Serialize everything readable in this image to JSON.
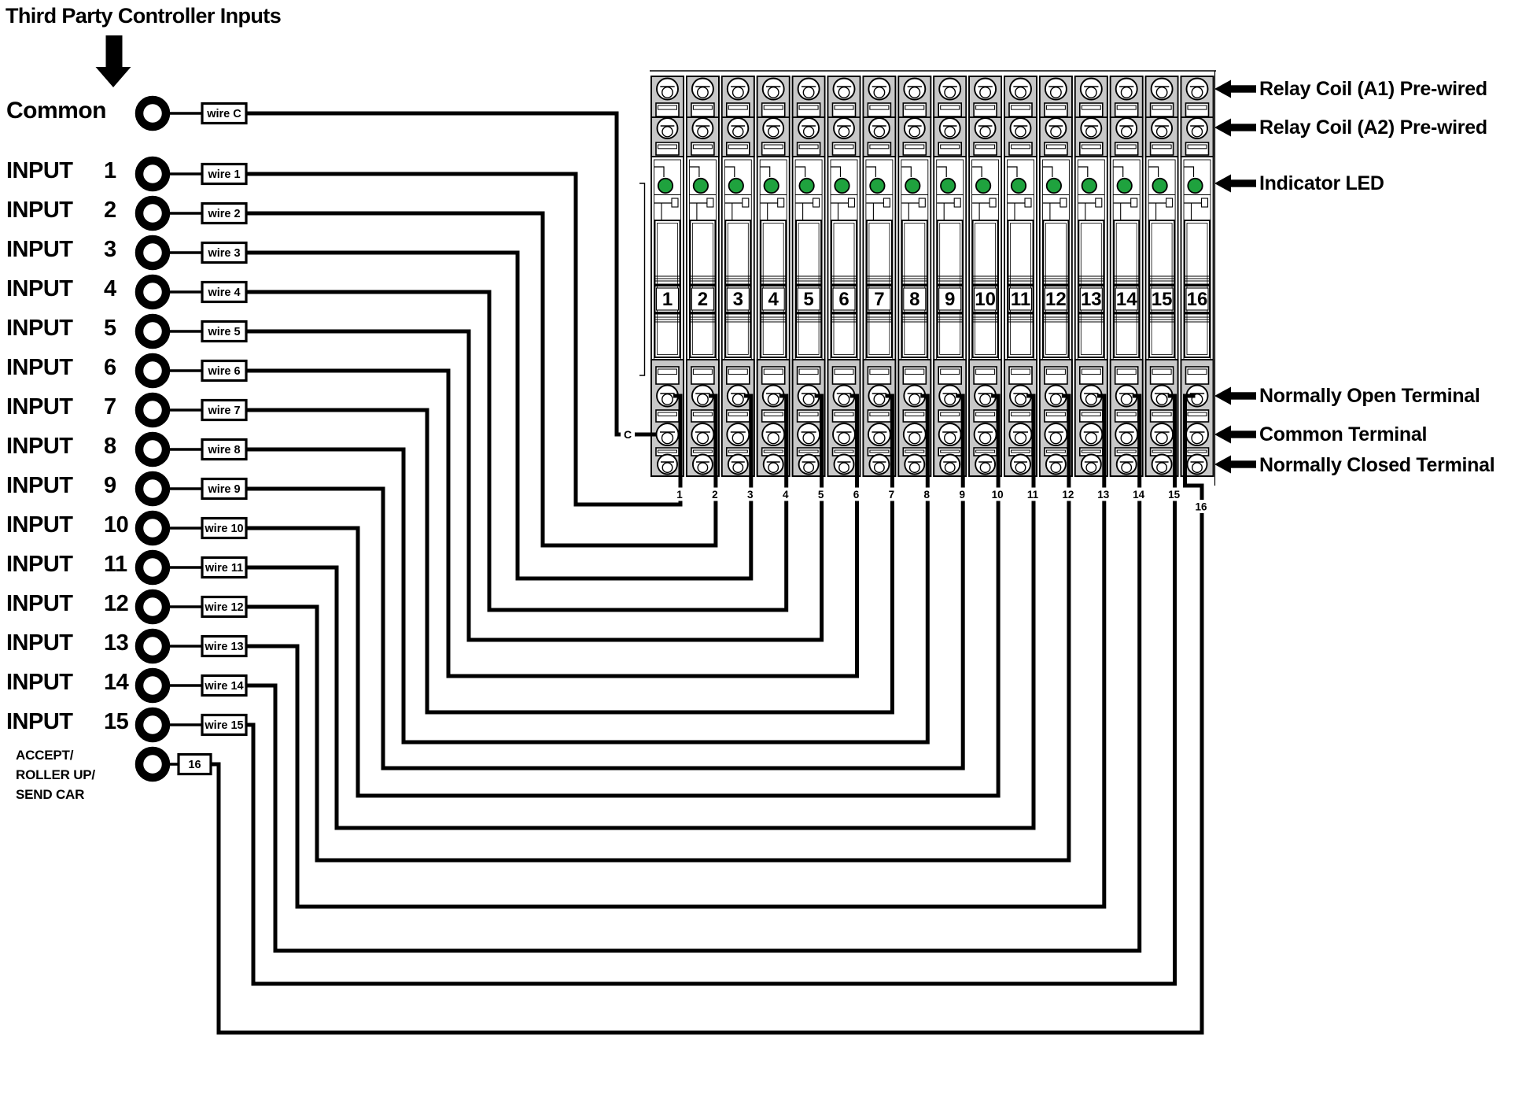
{
  "title": "Third Party Controller Inputs",
  "inputs": [
    {
      "label": "Common",
      "tag": "wire C"
    },
    {
      "label": "INPUT",
      "num": "1",
      "tag": "wire 1"
    },
    {
      "label": "INPUT",
      "num": "2",
      "tag": "wire 2"
    },
    {
      "label": "INPUT",
      "num": "3",
      "tag": "wire 3"
    },
    {
      "label": "INPUT",
      "num": "4",
      "tag": "wire 4"
    },
    {
      "label": "INPUT",
      "num": "5",
      "tag": "wire 5"
    },
    {
      "label": "INPUT",
      "num": "6",
      "tag": "wire 6"
    },
    {
      "label": "INPUT",
      "num": "7",
      "tag": "wire 7"
    },
    {
      "label": "INPUT",
      "num": "8",
      "tag": "wire 8"
    },
    {
      "label": "INPUT",
      "num": "9",
      "tag": "wire 9"
    },
    {
      "label": "INPUT",
      "num": "10",
      "tag": "wire 10"
    },
    {
      "label": "INPUT",
      "num": "11",
      "tag": "wire 11"
    },
    {
      "label": "INPUT",
      "num": "12",
      "tag": "wire 12"
    },
    {
      "label": "INPUT",
      "num": "13",
      "tag": "wire 13"
    },
    {
      "label": "INPUT",
      "num": "14",
      "tag": "wire 14"
    },
    {
      "label": "INPUT",
      "num": "15",
      "tag": "wire 15"
    },
    {
      "label_lines": [
        "ACCEPT/",
        "ROLLER UP/",
        "SEND CAR"
      ],
      "tag": "16"
    }
  ],
  "relay_block": {
    "module_numbers": [
      "1",
      "2",
      "3",
      "4",
      "5",
      "6",
      "7",
      "8",
      "9",
      "10",
      "11",
      "12",
      "13",
      "14",
      "15",
      "16"
    ],
    "bottom_wire_numbers": [
      "1",
      "2",
      "3",
      "4",
      "5",
      "6",
      "7",
      "8",
      "9",
      "10",
      "11",
      "12",
      "13",
      "14",
      "15",
      "16"
    ],
    "common_wire_label": "C"
  },
  "annotations": {
    "relay_coil_a1": "Relay Coil (A1) Pre-wired",
    "relay_coil_a2": "Relay Coil (A2) Pre-wired",
    "indicator_led": "Indicator LED",
    "normally_open": "Normally Open Terminal",
    "common_terminal": "Common Terminal",
    "normally_closed": "Normally Closed Terminal"
  },
  "colors": {
    "led_green": "#1fa23e",
    "module_gray": "#c8c8c8",
    "line_black": "#000000"
  }
}
